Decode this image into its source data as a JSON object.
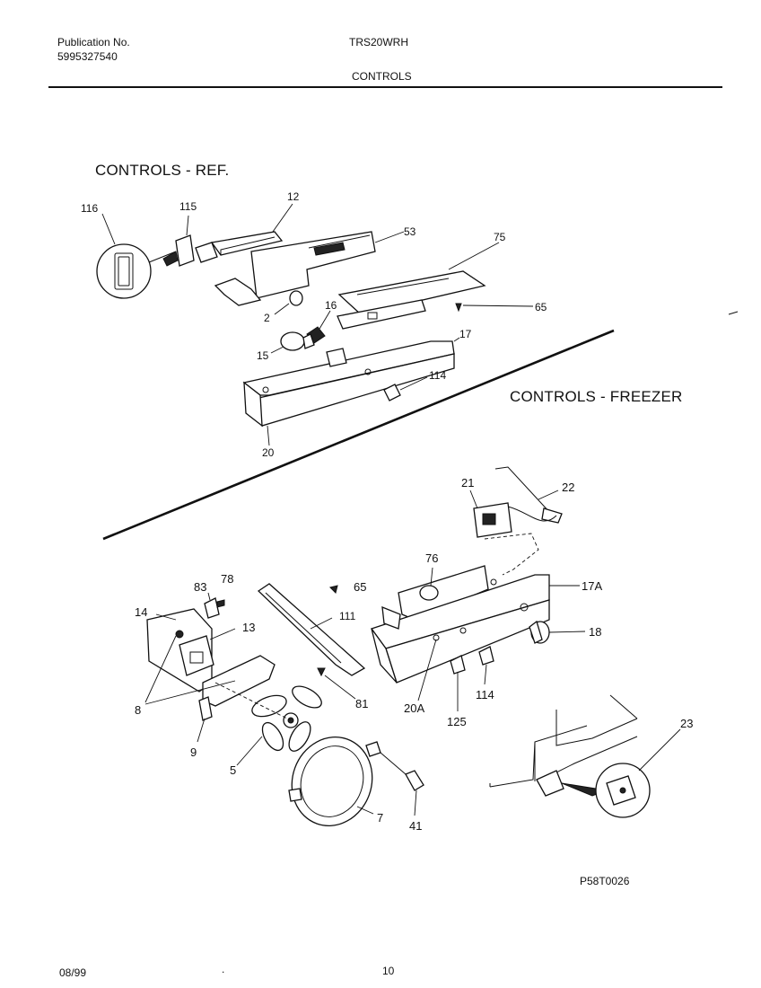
{
  "header": {
    "publication_label": "Publication No.",
    "publication_number": "5995327540",
    "model": "TRS20WRH",
    "section": "CONTROLS"
  },
  "sections": {
    "ref_title": "CONTROLS - REF.",
    "freezer_title": "CONTROLS - FREEZER"
  },
  "callouts": {
    "ref": [
      "116",
      "115",
      "12",
      "53",
      "75",
      "65",
      "2",
      "16",
      "15",
      "17",
      "114",
      "20"
    ],
    "freezer": [
      "21",
      "22",
      "76",
      "17A",
      "83",
      "78",
      "65",
      "14",
      "13",
      "111",
      "18",
      "8",
      "81",
      "20A",
      "125",
      "114",
      "9",
      "5",
      "23",
      "7",
      "41"
    ]
  },
  "footer": {
    "date": "08/99",
    "page": "10",
    "drawing_code": "P58T0026"
  }
}
